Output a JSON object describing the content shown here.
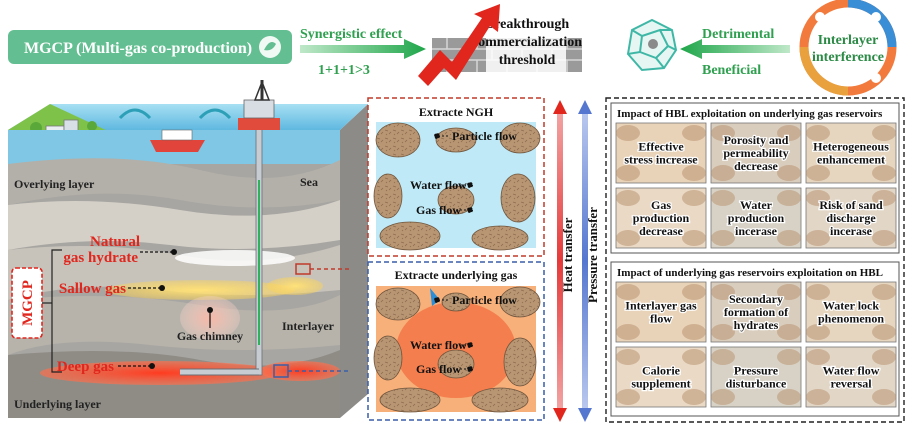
{
  "top": {
    "mgcp_box": "MGCP (Multi-gas co-production)",
    "synergy_label": "Synergistic effect",
    "synergy_formula": "1+1+1>3",
    "breakthrough_line1": "Breakthrough",
    "breakthrough_line2": "commercialization",
    "breakthrough_line3": "threshold",
    "detrimental": "Detrimental",
    "beneficial": "Beneficial",
    "interference_line1": "Interlayer",
    "interference_line2": "interference"
  },
  "geology": {
    "overlying": "Overlying layer",
    "sea": "Sea",
    "ngh_line1": "Natural",
    "ngh_line2": "gas hydrate",
    "sallow": "Sallow gas",
    "deep": "Deep gas",
    "gas_chimney": "Gas chimney",
    "interlayer": "Interlayer",
    "underlying": "Underlying layer",
    "mgcp_side": "MGCP"
  },
  "micro": {
    "ngh_title": "Extracte NGH",
    "ug_title": "Extracte underlying gas",
    "particle_flow": "Particle flow",
    "water_flow": "Water flow",
    "gas_flow": "Gas flow",
    "heat_transfer": "Heat transfer",
    "pressure_transfer": "Pressure transfer"
  },
  "impacts": {
    "top_title": "Impact of HBL exploitation on underlying gas reservoirs",
    "top_cells": [
      [
        "Effective",
        "stress increase"
      ],
      [
        "Porosity and",
        "permeability",
        "decrease"
      ],
      [
        "Heterogeneous",
        "enhancement"
      ],
      [
        "Gas",
        "production",
        "decrease"
      ],
      [
        "Water",
        "production",
        "incerase"
      ],
      [
        "Risk of sand",
        "discharge",
        "incerase"
      ]
    ],
    "bottom_title": "Impact of underlying gas reservoirs exploitation on HBL",
    "bottom_cells": [
      [
        "Interlayer gas",
        "flow"
      ],
      [
        "Secondary",
        "formation of",
        "hydrates"
      ],
      [
        "Water lock",
        "phenomenon"
      ],
      [
        "Calorie",
        "supplement"
      ],
      [
        "Pressure",
        "disturbance"
      ],
      [
        "Water flow",
        "reversal"
      ]
    ]
  },
  "colors": {
    "mgcp_green": "#63bf91",
    "arrow_green": "#2fb35a",
    "red_text": "#e0261d",
    "sea_blue": "#8fd2ec",
    "hydrate_panel_border": "#c03a2b",
    "gas_panel_border": "#3a5fa8"
  }
}
